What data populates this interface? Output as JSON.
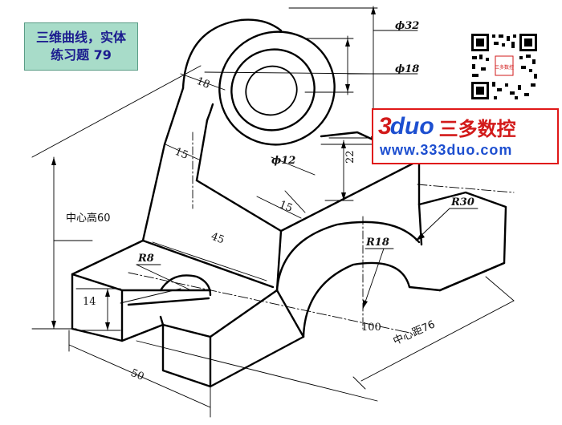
{
  "title": {
    "line1": "三维曲线，实体",
    "line2": "练习题 79"
  },
  "logo": {
    "brand_number": "3",
    "brand_word": "duo",
    "brand_cn": "三多数控",
    "url": "www.333duo.com"
  },
  "qr": {
    "center_text": "三多数控"
  },
  "dimensions": {
    "phi32": "ϕ32",
    "phi18": "ϕ18",
    "d18": "18",
    "d15_left": "15",
    "phi12": "ϕ12",
    "d22": "22",
    "d15_mid": "15",
    "center_height": "中心高60",
    "d45": "45",
    "r30": "R30",
    "r18": "R18",
    "r8": "R8",
    "d14": "14",
    "d50": "50",
    "d100": "100",
    "center_distance": "中心距76"
  }
}
